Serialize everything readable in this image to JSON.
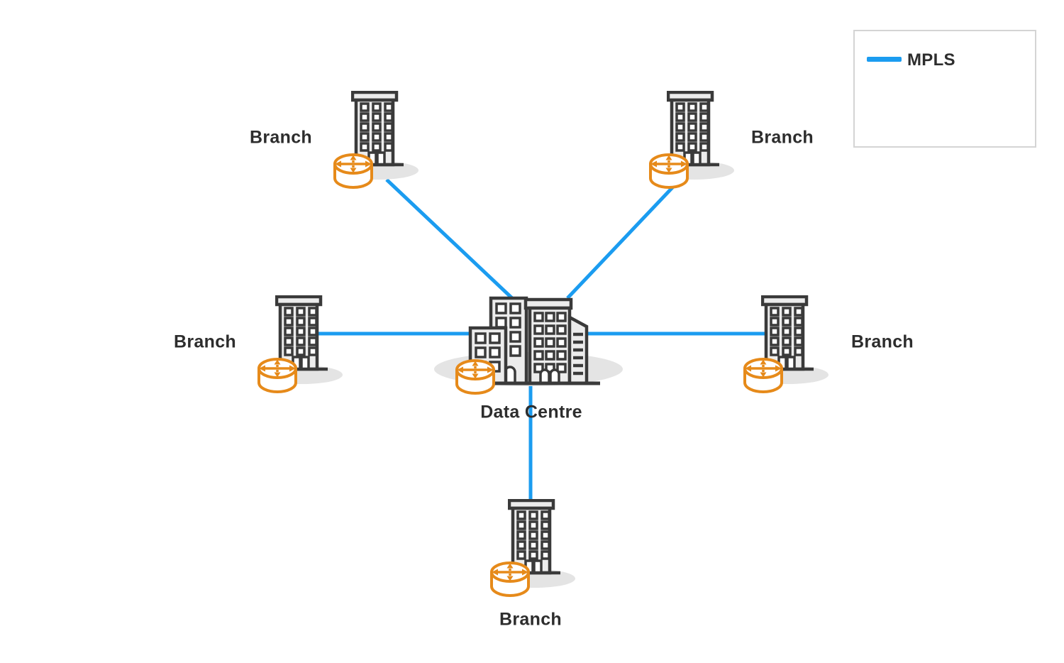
{
  "legend": {
    "items": [
      {
        "label": "MPLS",
        "swatch": "line",
        "color": "#1b9cf0"
      }
    ]
  },
  "nodes": {
    "data_centre": {
      "label": "Data Centre",
      "icon": "city-buildings-icon",
      "router": "router-icon",
      "position": "center"
    },
    "branches": [
      {
        "label": "Branch",
        "icon": "office-building-icon",
        "router": "router-icon",
        "position": "top-left"
      },
      {
        "label": "Branch",
        "icon": "office-building-icon",
        "router": "router-icon",
        "position": "top-right"
      },
      {
        "label": "Branch",
        "icon": "office-building-icon",
        "router": "router-icon",
        "position": "middle-left"
      },
      {
        "label": "Branch",
        "icon": "office-building-icon",
        "router": "router-icon",
        "position": "middle-right"
      },
      {
        "label": "Branch",
        "icon": "office-building-icon",
        "router": "router-icon",
        "position": "bottom"
      }
    ]
  },
  "links": [
    {
      "from": "data_centre",
      "to": "branch-top-left",
      "type": "MPLS"
    },
    {
      "from": "data_centre",
      "to": "branch-top-right",
      "type": "MPLS"
    },
    {
      "from": "data_centre",
      "to": "branch-middle-left",
      "type": "MPLS"
    },
    {
      "from": "data_centre",
      "to": "branch-middle-right",
      "type": "MPLS"
    },
    {
      "from": "data_centre",
      "to": "branch-bottom",
      "type": "MPLS"
    }
  ],
  "colors": {
    "mpls_line": "#1b9cf0",
    "router_orange": "#e68a1a",
    "building_outline": "#3a3a3a",
    "building_fill": "#ececec",
    "shadow": "#e4e4e4",
    "text": "#2d2d2d",
    "legend_border": "#d4d4d4"
  }
}
